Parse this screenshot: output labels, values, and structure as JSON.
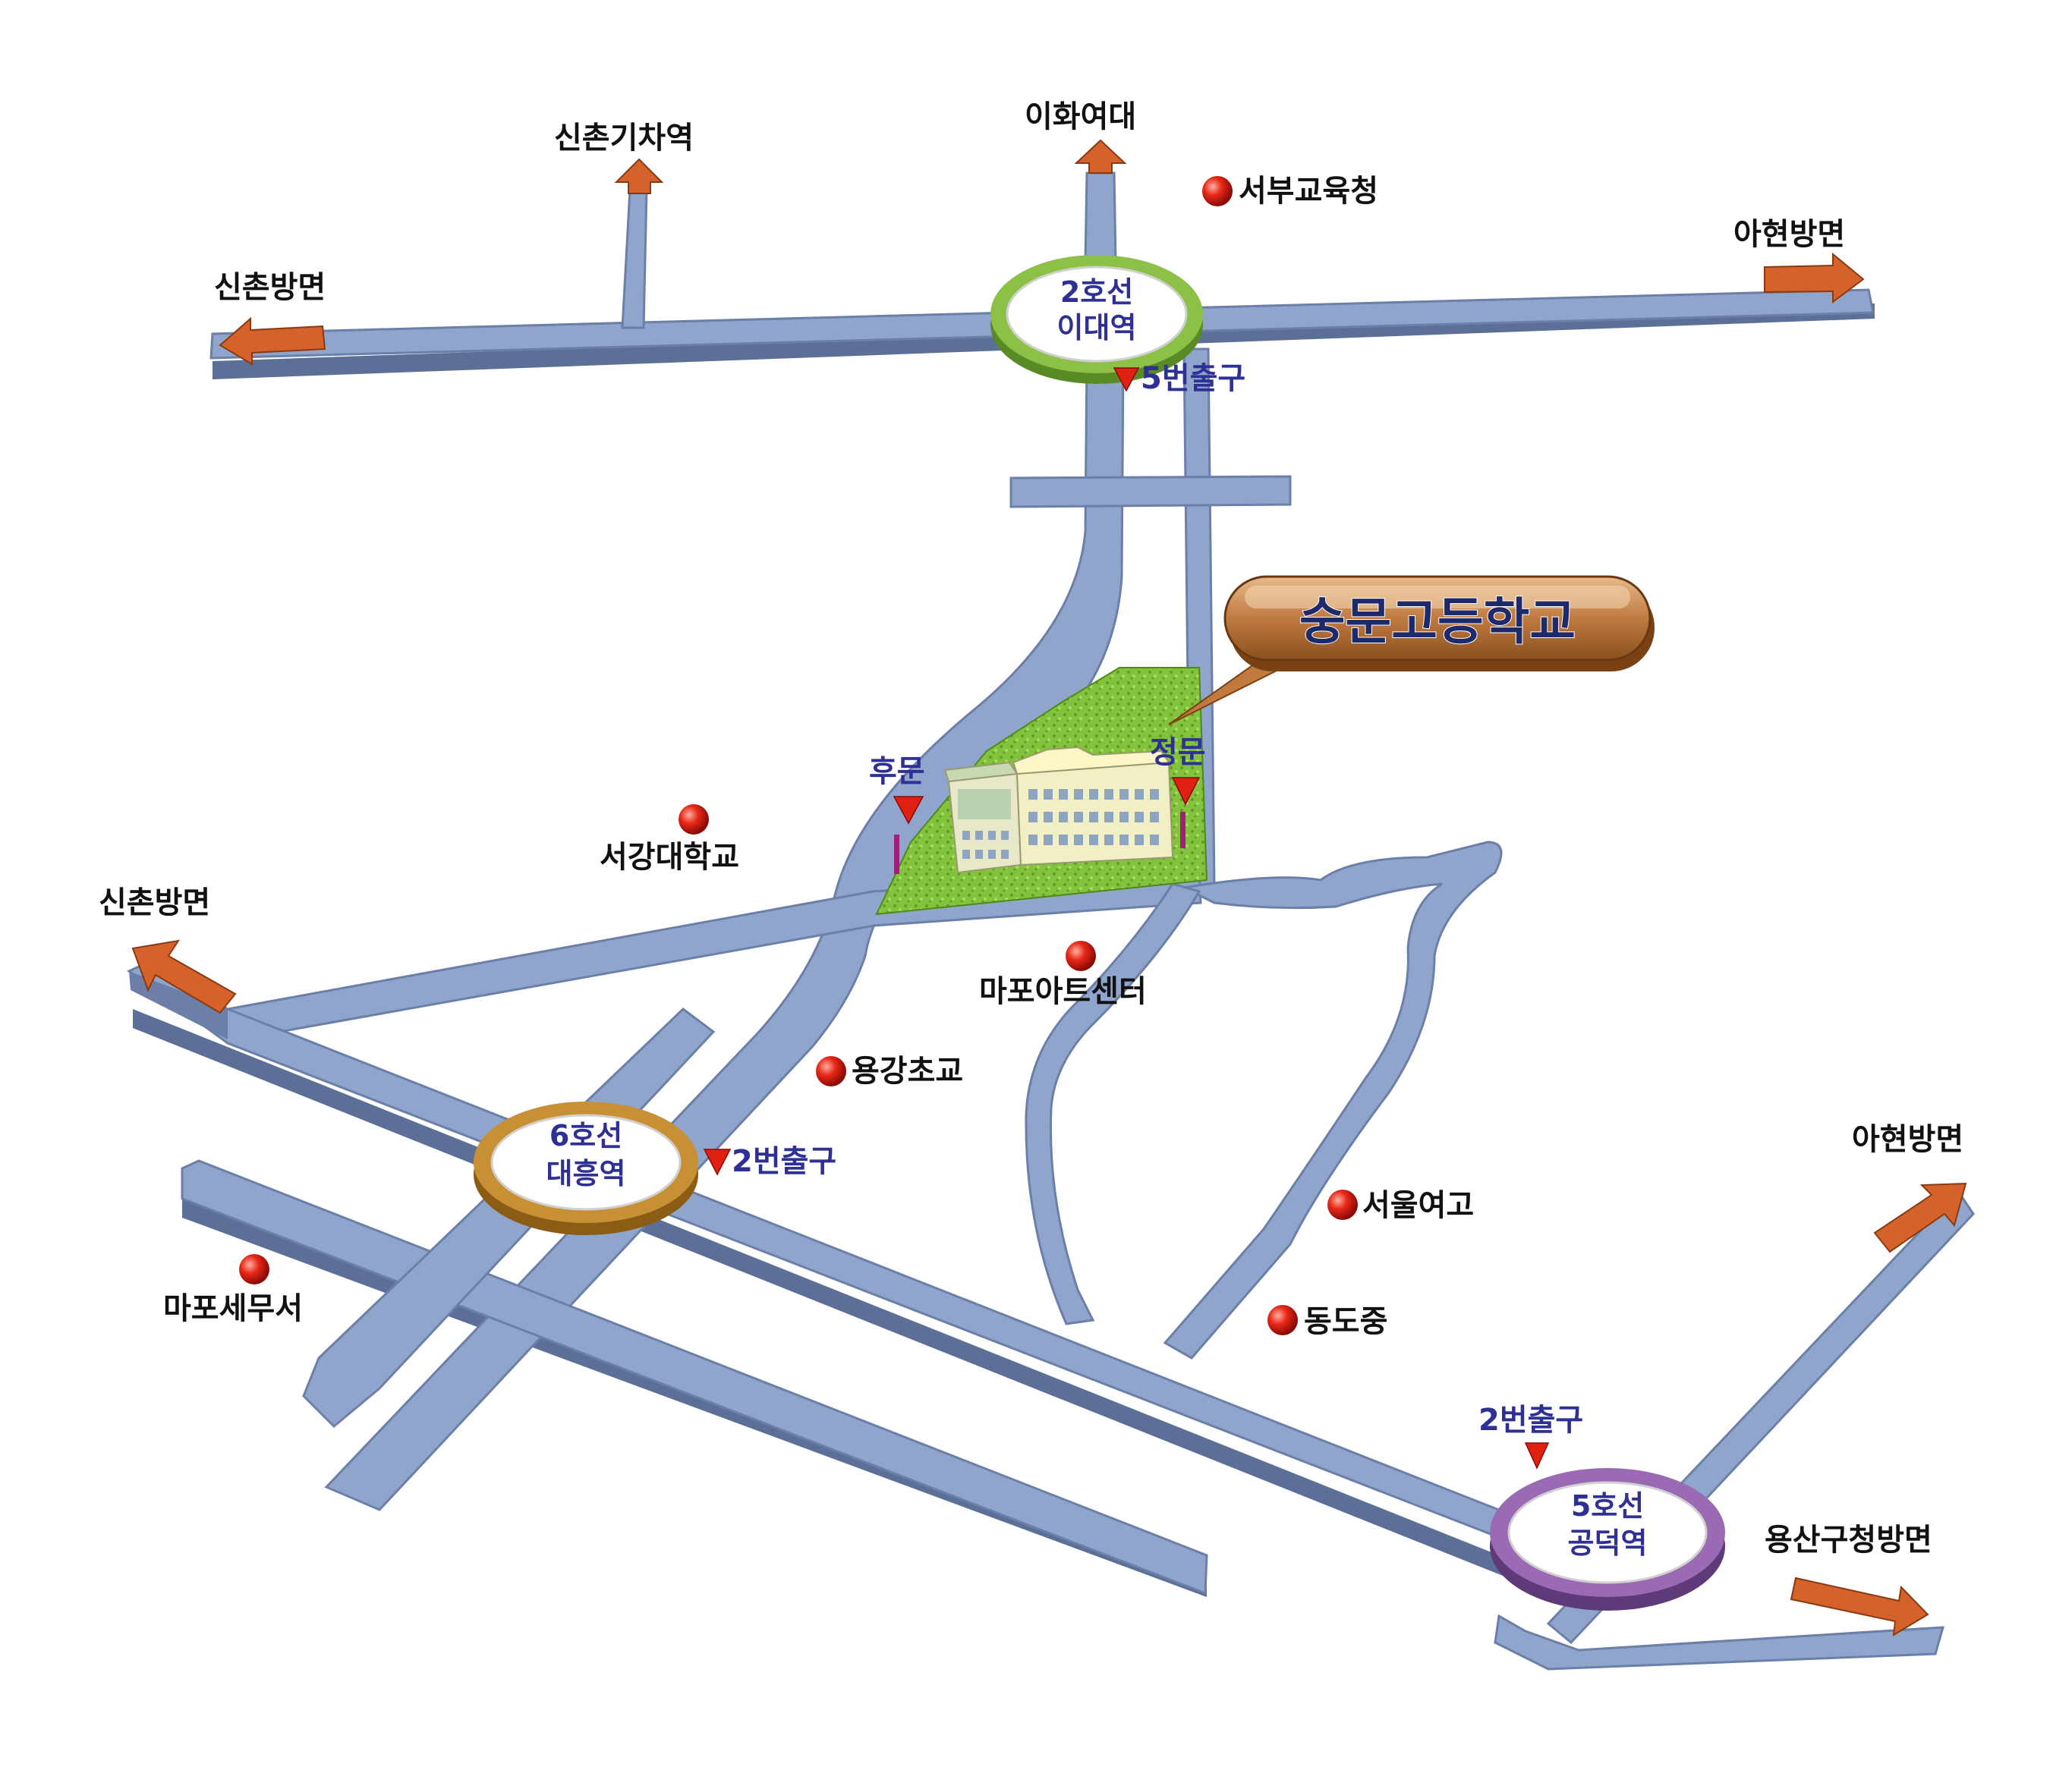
{
  "school": {
    "name": "숭문고등학교"
  },
  "stations": {
    "line2": {
      "line": "2호선",
      "name": "이대역",
      "color": "#7fb03a"
    },
    "line6": {
      "line": "6호선",
      "name": "대흥역",
      "color": "#b8862a"
    },
    "line5": {
      "line": "5호선",
      "name": "공덕역",
      "color": "#8a5aa0"
    }
  },
  "exits": {
    "line2_exit": "5번출구",
    "line6_exit": "2번출구",
    "line5_exit": "2번출구"
  },
  "gates": {
    "back": "후문",
    "main": "정문"
  },
  "directions": {
    "sinchon_top": "신촌방면",
    "sinchon_train": "신촌기차역",
    "ewha": "이화여대",
    "ahyeon_top": "아현방면",
    "sinchon_left": "신촌방면",
    "ahyeon_right": "아현방면",
    "yongsan": "용산구청방면"
  },
  "landmarks": {
    "seobu": "서부교육청",
    "sogang": "서강대학교",
    "mapo_art": "마포아트센터",
    "yonggang": "용강초교",
    "seoul_girls": "서울여고",
    "mapo_tax": "마포세무서",
    "dongdo": "동도중"
  },
  "colors": {
    "road": "#8fa5cc",
    "road_edge": "#6b7fa8",
    "arrow": "#d4622a",
    "marker": "#e02010",
    "label_box": "#c07a40",
    "grass": "#7fbf3a"
  }
}
